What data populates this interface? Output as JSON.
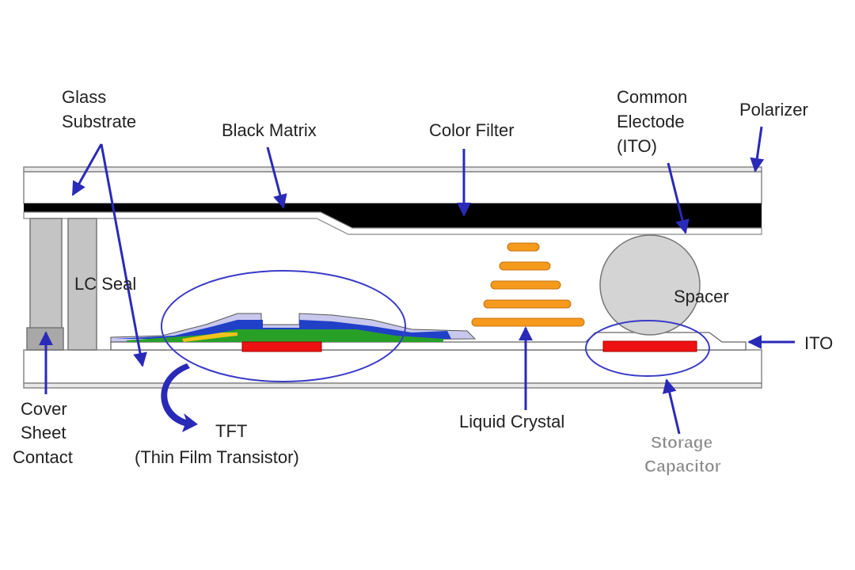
{
  "labels": {
    "glass_substrate_1": "Glass",
    "glass_substrate_2": "Substrate",
    "black_matrix": "Black Matrix",
    "color_filter": "Color Filter",
    "common_electrode_1": "Common",
    "common_electrode_2": "Electode",
    "common_electrode_3": "(ITO)",
    "polarizer": "Polarizer",
    "lc_seal": "LC Seal",
    "spacer": "Spacer",
    "ito": "ITO",
    "cover_sheet_1": "Cover",
    "cover_sheet_2": "Sheet",
    "cover_sheet_3": "Contact",
    "tft_1": "TFT",
    "tft_2": "(Thin Film Transistor)",
    "liquid_crystal": "Liquid Crystal",
    "storage_capacitor_1": "Storage",
    "storage_capacitor_2": "Capacitor"
  },
  "colors": {
    "arrow": "#2a2ab8",
    "black_matrix": "#000000",
    "liquid_crystal": "#f59a1c",
    "capacitor": "#ee1111",
    "tft_blue": "#2040c8",
    "tft_green": "#28a028",
    "spacer": "#d4d4d4",
    "seal": "#c4c4c4"
  }
}
